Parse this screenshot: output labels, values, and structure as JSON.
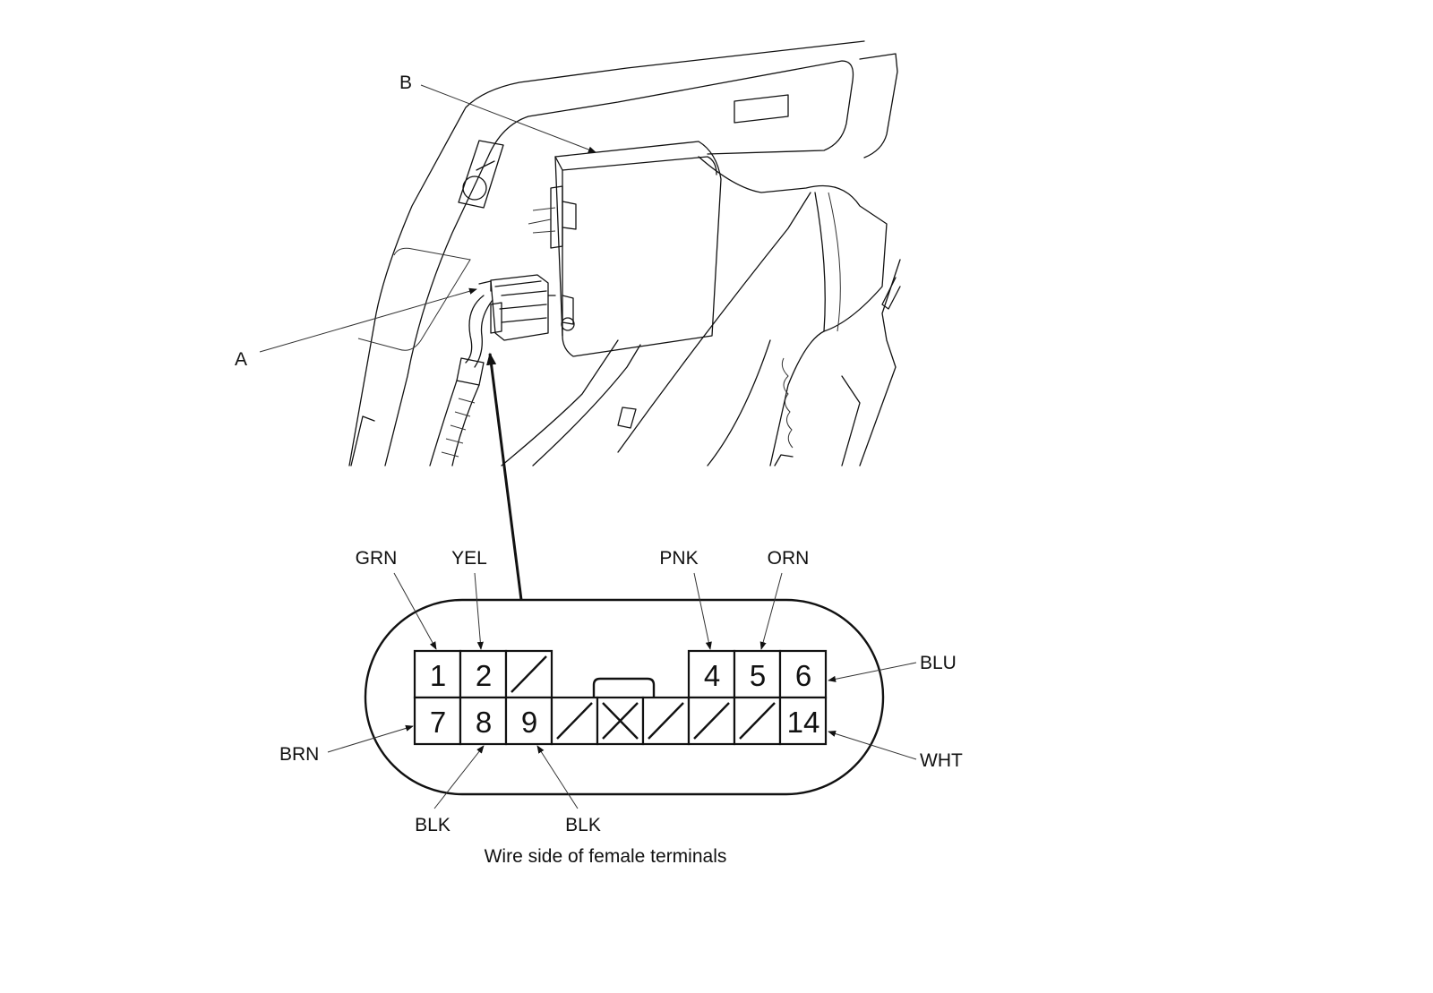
{
  "callouts": {
    "a": "A",
    "b": "B"
  },
  "connector": {
    "terminals": [
      {
        "number": "1",
        "wire_color": "GRN"
      },
      {
        "number": "2",
        "wire_color": "YEL"
      },
      {
        "number": "4",
        "wire_color": "PNK"
      },
      {
        "number": "5",
        "wire_color": "ORN"
      },
      {
        "number": "6",
        "wire_color": "BLU"
      },
      {
        "number": "7",
        "wire_color": "BRN"
      },
      {
        "number": "8",
        "wire_color": "BLK"
      },
      {
        "number": "9",
        "wire_color": "BLK"
      },
      {
        "number": "14",
        "wire_color": "WHT"
      }
    ],
    "caption": "Wire side of female terminals"
  }
}
